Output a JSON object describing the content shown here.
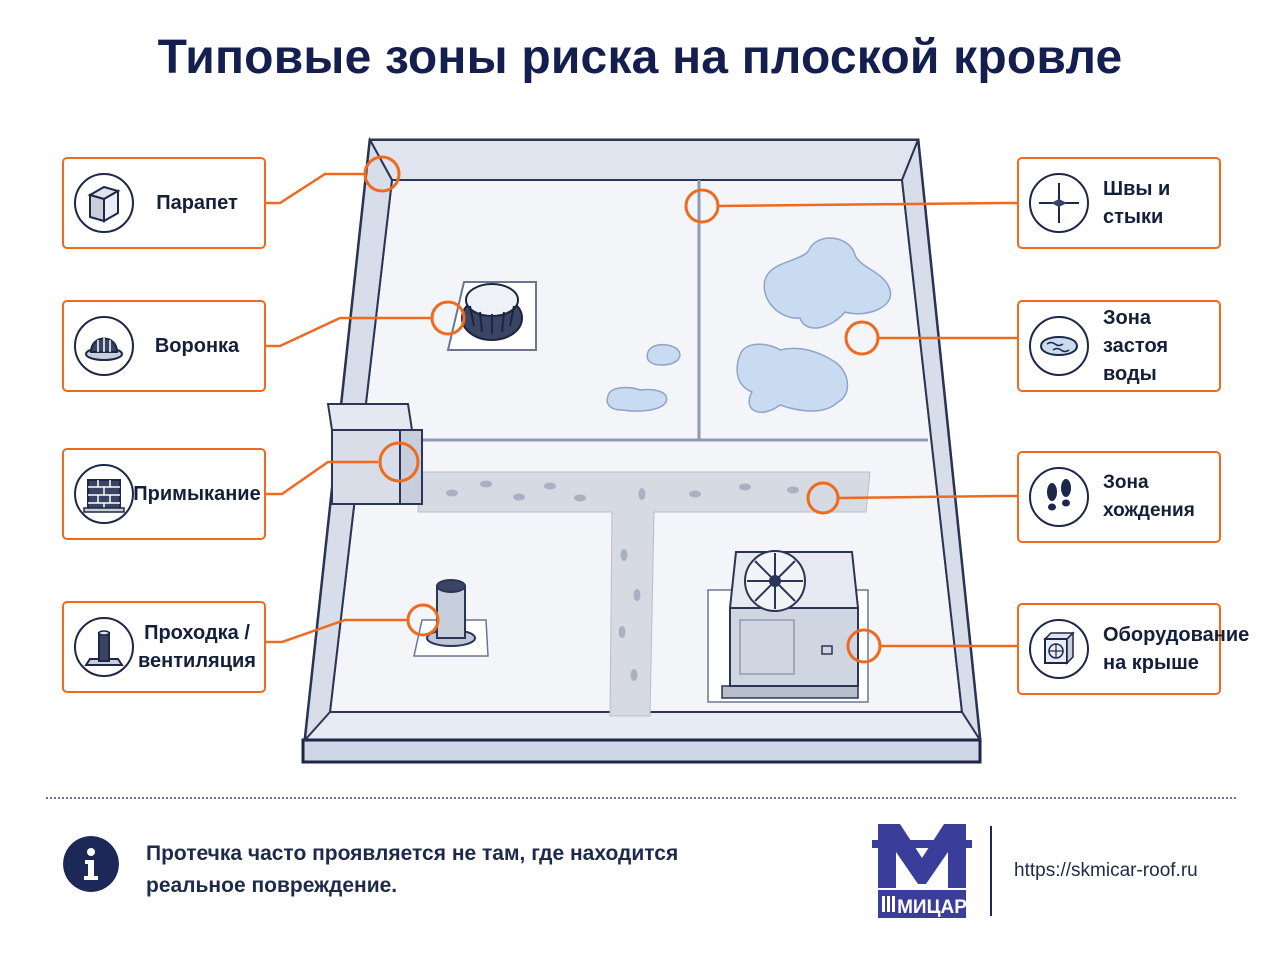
{
  "title": "Типовые зоны риска на плоской кровле",
  "zones_left": [
    {
      "id": "parapet",
      "label_lines": [
        "Парапет"
      ],
      "icon": "parapet-icon"
    },
    {
      "id": "drain",
      "label_lines": [
        "Воронка"
      ],
      "icon": "roof-drain-icon"
    },
    {
      "id": "junction",
      "label_lines": [
        "Примыкание"
      ],
      "icon": "brick-wall-icon"
    },
    {
      "id": "penetration",
      "label_lines": [
        "Проходка /",
        "вентиляция"
      ],
      "icon": "vent-pipe-icon"
    }
  ],
  "zones_right": [
    {
      "id": "seams",
      "label_lines": [
        "Швы и стыки"
      ],
      "icon": "seam-cross-icon"
    },
    {
      "id": "ponding",
      "label_lines": [
        "Зона застоя",
        "воды"
      ],
      "icon": "water-puddle-icon"
    },
    {
      "id": "walkway",
      "label_lines": [
        "Зона хождения"
      ],
      "icon": "footprints-icon"
    },
    {
      "id": "equipment",
      "label_lines": [
        "Оборудование",
        "на крыше"
      ],
      "icon": "hvac-unit-icon"
    }
  ],
  "note": {
    "line1": "Протечка часто проявляется не там, где находится",
    "line2": "реальное повреждение."
  },
  "logo": {
    "text": "МИЦАР"
  },
  "url": "https://skmicar-roof.ru",
  "colors": {
    "accent": "#ee6a1f",
    "navy": "#141f4f",
    "water": "#c9dbf0"
  }
}
